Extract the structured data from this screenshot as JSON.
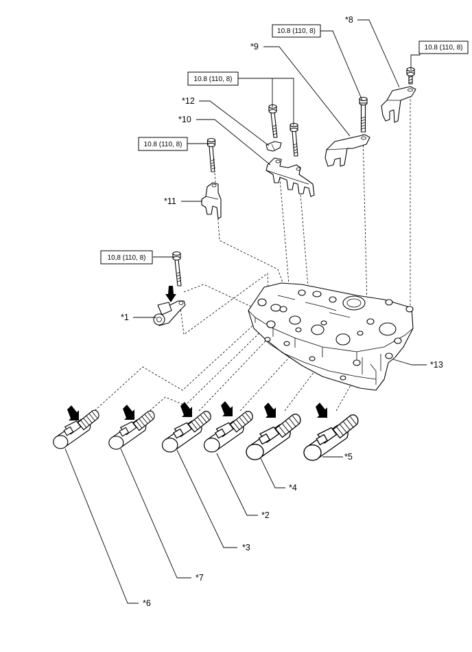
{
  "callouts": {
    "c1": "*1",
    "c2": "*2",
    "c3": "*3",
    "c4": "*4",
    "c5": "*5",
    "c6": "*6",
    "c7": "*7",
    "c8": "*8",
    "c9": "*9",
    "c10": "*10",
    "c11": "*11",
    "c12": "*12",
    "c13": "*13"
  },
  "torque": {
    "t9": "10.8 (110, 8)",
    "t8": "10.8 (110, 8)",
    "t12": "10.8 (110, 8)",
    "t11": "10.8 (110, 8)",
    "t1": "10,8 (110, 8)"
  }
}
